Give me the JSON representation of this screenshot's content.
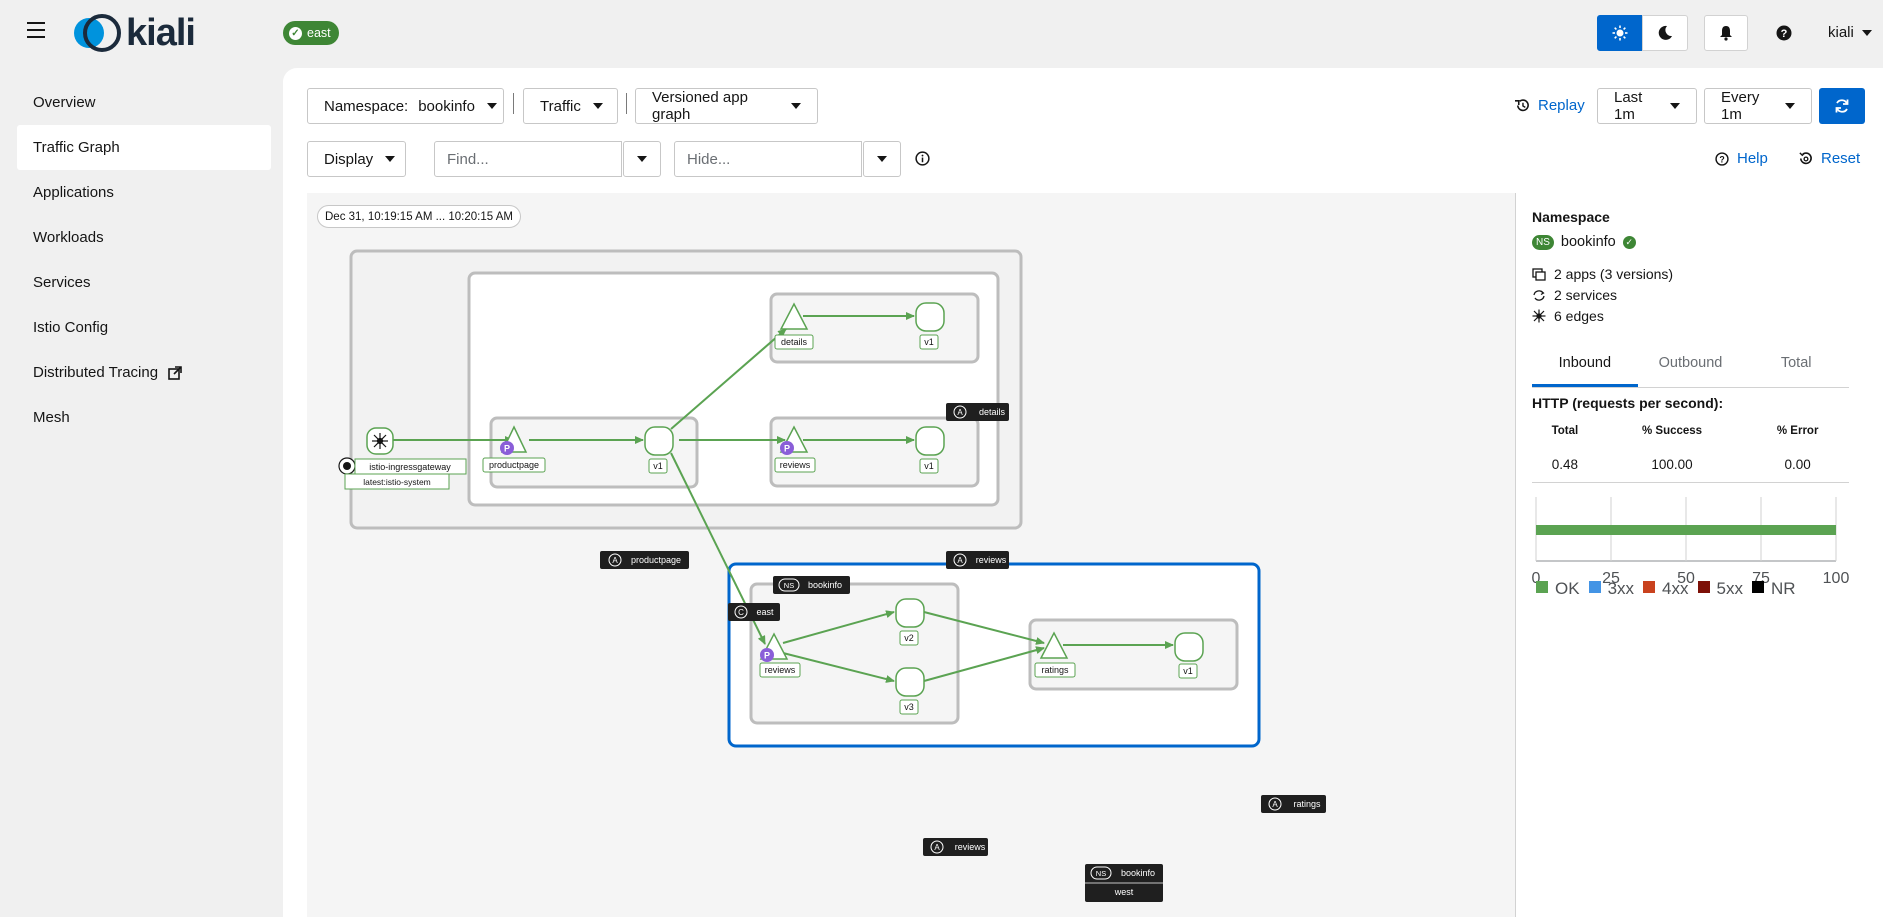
{
  "masthead": {
    "logo_text": "kiali",
    "cluster_label": "east",
    "user_label": "kiali"
  },
  "sidebar": {
    "items": [
      {
        "label": "Overview"
      },
      {
        "label": "Traffic Graph",
        "active": true
      },
      {
        "label": "Applications"
      },
      {
        "label": "Workloads"
      },
      {
        "label": "Services"
      },
      {
        "label": "Istio Config"
      },
      {
        "label": "Distributed Tracing"
      },
      {
        "label": "Mesh"
      }
    ]
  },
  "toolbar": {
    "namespace_label": "Namespace:",
    "namespace_value": "bookinfo",
    "traffic_label": "Traffic",
    "graph_type_label": "Versioned app graph",
    "replay_label": "Replay",
    "duration_label": "Last 1m",
    "refresh_label": "Every 1m",
    "display_label": "Display",
    "find_placeholder": "Find...",
    "hide_placeholder": "Hide...",
    "help_label": "Help",
    "reset_label": "Reset"
  },
  "graph": {
    "timestamp": "Dec 31, 10:19:15 AM ... 10:20:15 AM",
    "labels": {
      "gateway": "istio-ingressgateway",
      "gateway_sub": "latest:istio-system",
      "productpage": "productpage",
      "v1": "v1",
      "details": "details",
      "reviews": "reviews",
      "v2": "v2",
      "v3": "v3",
      "ratings": "ratings",
      "bookinfo": "bookinfo",
      "east": "east",
      "west": "west",
      "badge_app": "A",
      "badge_ns": "NS",
      "badge_cluster": "C"
    },
    "edge_color": "#5ba352",
    "selected_color": "#0066cc"
  },
  "panel": {
    "title": "Namespace",
    "namespace": "bookinfo",
    "ns_badge": "NS",
    "stats": {
      "apps": "2 apps (3 versions)",
      "services": "2 services",
      "edges": "6 edges"
    },
    "tabs": [
      "Inbound",
      "Outbound",
      "Total"
    ],
    "http_title": "HTTP (requests per second):",
    "table": {
      "headers": [
        "Total",
        "% Success",
        "% Error"
      ],
      "values": [
        "0.48",
        "100.00",
        "0.00"
      ]
    },
    "chart": {
      "ticks": [
        "0",
        "25",
        "50",
        "75",
        "100"
      ],
      "ok_percent": 100
    },
    "legend": [
      {
        "label": "OK",
        "color": "#5ba352"
      },
      {
        "label": "3xx",
        "color": "#4394e5"
      },
      {
        "label": "4xx",
        "color": "#c9421e"
      },
      {
        "label": "5xx",
        "color": "#7d1007"
      },
      {
        "label": "NR",
        "color": "#000000"
      }
    ]
  }
}
